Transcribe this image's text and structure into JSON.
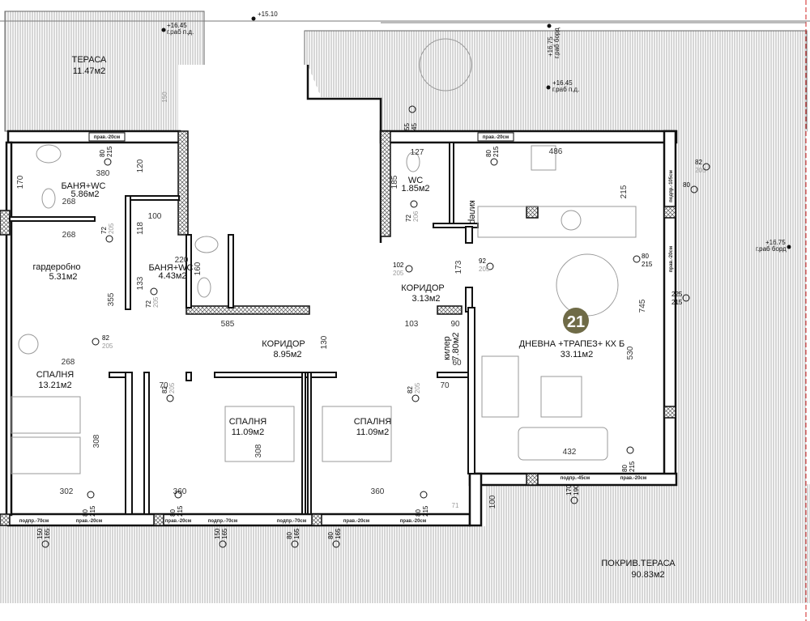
{
  "unit_number": "21",
  "colors": {
    "badge": "#6f6b47",
    "wall": "#111111",
    "hatch": "#9a9a9a",
    "boundary": "#d22222"
  },
  "rooms": {
    "terrace_small": {
      "name": "ТЕРАСА",
      "area": "11.47м2"
    },
    "bath_1": {
      "name": "БАНЯ+WC",
      "area": "5.86м2"
    },
    "wardrobe": {
      "name": "гардеробно",
      "area": "5.31м2"
    },
    "bath_2": {
      "name": "БАНЯ+WC",
      "area": "4.43м2"
    },
    "wc": {
      "name": "WC",
      "area": "1.85м2"
    },
    "corridor_small": {
      "name": "КОРИДОР",
      "area": "3.13м2"
    },
    "corridor_main": {
      "name": "КОРИДОР",
      "area": "8.95м2"
    },
    "bedroom_1": {
      "name": "СПАЛНЯ",
      "area": "13.21м2"
    },
    "bedroom_2": {
      "name": "СПАЛНЯ",
      "area": "11.09м2"
    },
    "bedroom_3": {
      "name": "СПАЛНЯ",
      "area": "11.09м2"
    },
    "living": {
      "name": "ДНЕВНА +ТРАПЕЗ+ КХ Б",
      "area": "33.11м2"
    },
    "storage": {
      "name": "килер",
      "area": "7.80м2"
    },
    "storage_kitchen": {
      "name": "килер"
    },
    "roof_terrace": {
      "name": "ПОКРИВ.ТЕРАСА",
      "area": "90.83м2"
    }
  },
  "dims": [
    "380",
    "120",
    "170",
    "268",
    "268",
    "100",
    "118",
    "220",
    "160",
    "133",
    "355",
    "127",
    "185",
    "486",
    "215",
    "173",
    "745",
    "585",
    "103",
    "90",
    "130",
    "60",
    "268",
    "70",
    "70",
    "308",
    "308",
    "302",
    "360",
    "360",
    "530",
    "432",
    "100",
    "71",
    "150"
  ],
  "openings": [
    {
      "w": "80",
      "h": "215"
    },
    {
      "w": "72",
      "h": "205"
    },
    {
      "w": "72",
      "h": "205"
    },
    {
      "w": "82",
      "h": "205"
    },
    {
      "w": "72",
      "h": "206"
    },
    {
      "w": "102",
      "h": "205"
    },
    {
      "w": "92",
      "h": "205"
    },
    {
      "w": "80",
      "h": "215"
    },
    {
      "w": "82",
      "h": "205"
    },
    {
      "w": "82",
      "h": "205"
    },
    {
      "w": "80",
      "h": "215"
    },
    {
      "w": "80",
      "h": "215"
    },
    {
      "w": "80",
      "h": "215"
    },
    {
      "w": "80",
      "h": "215"
    },
    {
      "w": "82",
      "h": "205"
    },
    {
      "w": "80",
      "h": ""
    },
    {
      "w": "80",
      "h": "215"
    },
    {
      "w": "225",
      "h": "215"
    },
    {
      "w": "55",
      "h": "45"
    },
    {
      "w": "150",
      "h": "165"
    },
    {
      "w": "150",
      "h": "165"
    },
    {
      "w": "80",
      "h": "165"
    },
    {
      "w": "80",
      "h": "165"
    },
    {
      "w": "170",
      "h": "190"
    }
  ],
  "window_tags": {
    "sill_20": "прав.-20см",
    "sill_70": "подпр.-70см",
    "sill_45": "подпр.-45см",
    "sill_105": "подпр.-105см"
  },
  "elevations": [
    {
      "value": "+16.45",
      "note": "г.раб п.д."
    },
    {
      "value": "+15.10",
      "note": ""
    },
    {
      "value": "+16.75",
      "note": "г.раб борд"
    },
    {
      "value": "+16.45",
      "note": "г.раб п.д."
    },
    {
      "value": "+16.75",
      "note": "г.раб борд"
    }
  ]
}
